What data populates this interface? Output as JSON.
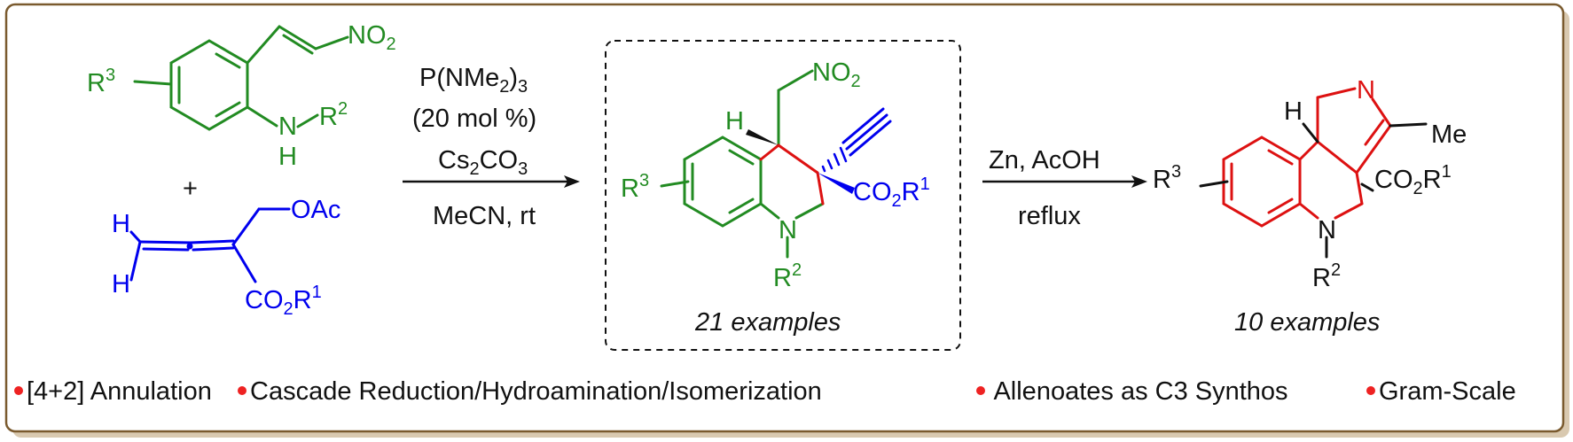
{
  "colors": {
    "frame": "#7a5a2e",
    "frame_shadow": "#d9c9b0",
    "nitroalkene": "#228b22",
    "allenoate": "#0000ee",
    "new_ring": "#dd1111",
    "bullet": "#ee2222",
    "text": "#111111"
  },
  "reactant1": {
    "no2": "NO",
    "no2_sub": "2",
    "r3": "R",
    "r3_sup": "3",
    "nh_n": "N",
    "nh_r2": "R",
    "nh_r2_sup": "2",
    "nh_h": "H"
  },
  "plus": "+",
  "reactant2": {
    "h_top": "H",
    "h_bottom": "H",
    "oac": "OAc",
    "co2r1_a": "CO",
    "co2r1_sub": "2",
    "co2r1_b": "R",
    "co2r1_sup": "1"
  },
  "arrow1": {
    "cat_a": "P(NMe",
    "cat_sub": "2",
    "cat_b": ")",
    "cat_sub2": "3",
    "loading": "(20 mol %)",
    "base_a": "Cs",
    "base_sub": "2",
    "base_b": "CO",
    "base_sub2": "3",
    "conditions": "MeCN, rt"
  },
  "product1": {
    "no2": "NO",
    "no2_sub": "2",
    "h": "H",
    "r3": "R",
    "r3_sup": "3",
    "co2r1_a": "CO",
    "co2r1_sub": "2",
    "co2r1_b": "R",
    "co2r1_sup": "1",
    "n": "N",
    "r2": "R",
    "r2_sup": "2",
    "examples": "21 examples"
  },
  "arrow2": {
    "reagent": "Zn, AcOH",
    "conditions": "reflux"
  },
  "product2": {
    "n_ring": "N",
    "me": "Me",
    "h": "H",
    "r3": "R",
    "r3_sup": "3",
    "co2r1_a": "CO",
    "co2r1_sub": "2",
    "co2r1_b": "R",
    "co2r1_sup": "1",
    "n": "N",
    "r2": "R",
    "r2_sup": "2",
    "examples": "10 examples"
  },
  "highlights": [
    "[4+2] Annulation",
    "Cascade Reduction/Hydroamination/Isomerization",
    " Allenoates as C3 Synthos",
    "Gram-Scale"
  ]
}
